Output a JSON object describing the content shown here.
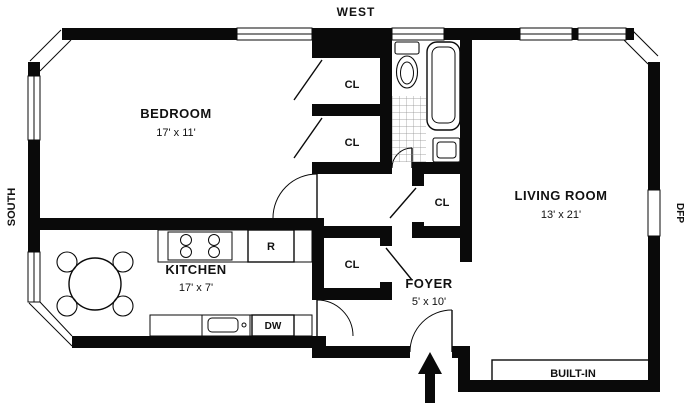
{
  "plan": {
    "compass": {
      "west": "WEST",
      "south": "SOUTH"
    },
    "rooms": {
      "bedroom": {
        "name": "BEDROOM",
        "dims": "17' x 11'"
      },
      "kitchen": {
        "name": "KITCHEN",
        "dims": "17' x 7'"
      },
      "foyer": {
        "name": "FOYER",
        "dims": "5' x 10'"
      },
      "living": {
        "name": "LIVING ROOM",
        "dims": "13' x 21'"
      }
    },
    "closets": {
      "cl1": "CL",
      "cl2": "CL",
      "cl3": "CL",
      "cl4": "CL"
    },
    "fixtures": {
      "refrigerator": "R",
      "dishwasher": "DW",
      "built_in": "BUILT-IN",
      "dfp": "DFP"
    },
    "colors": {
      "wall": "#0a0a0a",
      "floor": "#ffffff"
    }
  }
}
